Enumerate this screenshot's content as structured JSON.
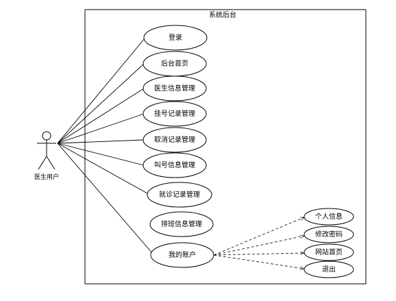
{
  "system": {
    "title": "系统后台"
  },
  "actor": {
    "label": "医生用户"
  },
  "use_cases": [
    {
      "id": "login",
      "label": "登录"
    },
    {
      "id": "admin-home",
      "label": "后台首页"
    },
    {
      "id": "doctor-info",
      "label": "医生信息管理"
    },
    {
      "id": "registration",
      "label": "挂号记录管理"
    },
    {
      "id": "cancellation",
      "label": "取消记录管理"
    },
    {
      "id": "call-number",
      "label": "叫号信息管理"
    },
    {
      "id": "visit-records",
      "label": "就诊记录管理"
    },
    {
      "id": "schedule",
      "label": "排班信息管理"
    },
    {
      "id": "my-account",
      "label": "我的账户"
    }
  ],
  "account_items": [
    {
      "id": "profile",
      "label": "个人信息"
    },
    {
      "id": "change-password",
      "label": "修改密码"
    },
    {
      "id": "website-home",
      "label": "网站首页"
    },
    {
      "id": "logout",
      "label": "退出"
    }
  ]
}
